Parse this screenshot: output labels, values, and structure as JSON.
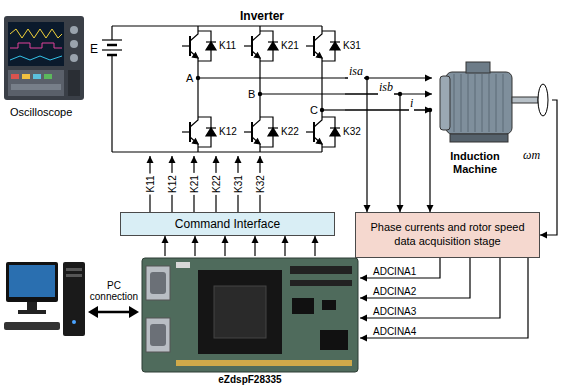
{
  "diagram": {
    "nodes": [
      {
        "text": [
          "Inverter"
        ]
      },
      {
        "text": [
          "Induction Machine"
        ]
      },
      {
        "text": [
          "Command Interface"
        ]
      },
      {
        "text": [
          "Phase currents and rotor speed data acquisition stage"
        ]
      },
      {
        "text": [
          "eZdspF28335"
        ]
      }
    ],
    "edges": [
      {
        "from": 2,
        "to": 0,
        "arrow": "to",
        "label": "K11"
      },
      {
        "from": 2,
        "to": 0,
        "arrow": "to",
        "label": "K12"
      },
      {
        "from": 2,
        "to": 0,
        "arrow": "to",
        "label": "K21"
      },
      {
        "from": 2,
        "to": 0,
        "arrow": "to",
        "label": "K22"
      },
      {
        "from": 2,
        "to": 0,
        "arrow": "to",
        "label": "K31"
      },
      {
        "from": 2,
        "to": 0,
        "arrow": "to",
        "label": "K32"
      },
      {
        "from": 4,
        "to": 2,
        "arrow": "to"
      },
      {
        "from": 4,
        "to": 2,
        "arrow": "to"
      },
      {
        "from": 4,
        "to": 2,
        "arrow": "to"
      },
      {
        "from": 4,
        "to": 2,
        "arrow": "to"
      },
      {
        "from": 4,
        "to": 2,
        "arrow": "to"
      },
      {
        "from": 4,
        "to": 2,
        "arrow": "to"
      },
      {
        "from": 0,
        "to": 1,
        "arrow": "to",
        "label": "isa"
      },
      {
        "from": 0,
        "to": 1,
        "arrow": "to",
        "label": "isb"
      },
      {
        "from": 0,
        "to": 1,
        "arrow": "to",
        "label": "i"
      },
      {
        "from": 0,
        "to": 3,
        "arrow": "to"
      },
      {
        "from": 0,
        "to": 3,
        "arrow": "to"
      },
      {
        "from": 0,
        "to": 3,
        "arrow": "to"
      },
      {
        "from": 1,
        "to": 3,
        "arrow": "to",
        "label": "ωm"
      },
      {
        "from": 3,
        "to": 4,
        "arrow": "to",
        "label": "ADCINA1"
      },
      {
        "from": 3,
        "to": 4,
        "arrow": "to",
        "label": "ADCINA2"
      },
      {
        "from": 3,
        "to": 4,
        "arrow": "to",
        "label": "ADCINA3"
      },
      {
        "from": 3,
        "to": 4,
        "arrow": "to",
        "label": "ADCINA4"
      }
    ],
    "labels": [
      "E",
      "A",
      "B",
      "C",
      "K11",
      "K21",
      "K31",
      "K12",
      "K22",
      "K32",
      "Oscilloscope",
      "PC connection"
    ]
  }
}
